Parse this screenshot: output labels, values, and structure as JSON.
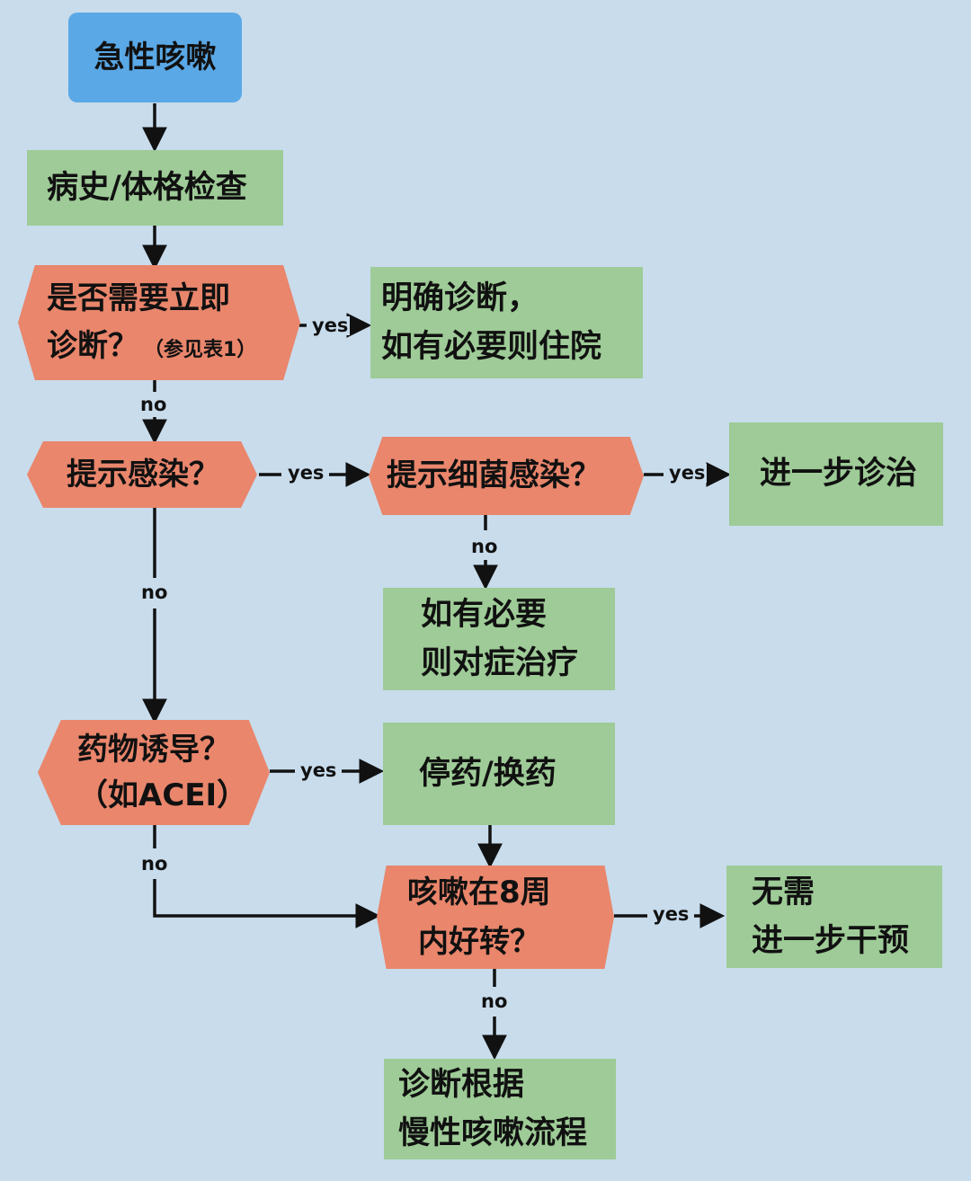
{
  "start": {
    "label": "急性咳嗽"
  },
  "history": {
    "label": "病史/体格检查"
  },
  "q1": {
    "line1": "是否需要立即",
    "line2": "诊断？",
    "note": "（参见表1）"
  },
  "r1": {
    "line1": "明确诊断，",
    "line2": "如有必要则住院"
  },
  "q2": {
    "label": "提示感染？"
  },
  "q3": {
    "label": "提示细菌感染？"
  },
  "r3": {
    "label": "进一步诊治"
  },
  "r4": {
    "line1": "如有必要",
    "line2": "则对症治疗"
  },
  "q4": {
    "line1": "药物诱导？",
    "line2": "（如ACEI）"
  },
  "r5": {
    "label": "停药/换药"
  },
  "q5": {
    "line1": "咳嗽在8周",
    "line2": "内好转？"
  },
  "r6": {
    "line1": "无需",
    "line2": "进一步干预"
  },
  "r7": {
    "line1": "诊断根据",
    "line2": "慢性咳嗽流程"
  },
  "edge_labels": {
    "yes": "yes",
    "no": "no"
  },
  "colors": {
    "background": "#c8dcec",
    "start": "#5aa8e6",
    "process": "#9ecb97",
    "decision": "#e9866c",
    "line": "#111111"
  }
}
